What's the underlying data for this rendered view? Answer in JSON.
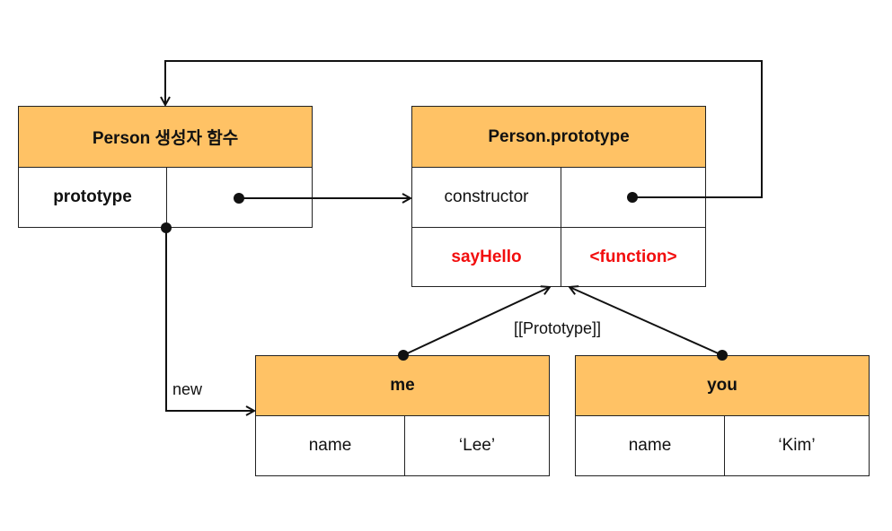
{
  "person_fn": {
    "title": "Person 생성자 함수",
    "prop": "prototype"
  },
  "proto": {
    "title": "Person.prototype",
    "rows": [
      {
        "key": "constructor",
        "value": ""
      },
      {
        "key": "sayHello",
        "value": "<function>"
      }
    ]
  },
  "me": {
    "title": "me",
    "key": "name",
    "value": "‘Lee’"
  },
  "you": {
    "title": "you",
    "key": "name",
    "value": "‘Kim’"
  },
  "labels": {
    "new": "new",
    "proto_link": "[[Prototype]]"
  },
  "colors": {
    "header": "#FFC265",
    "highlight": "#F20D0D",
    "line": "#111111"
  }
}
